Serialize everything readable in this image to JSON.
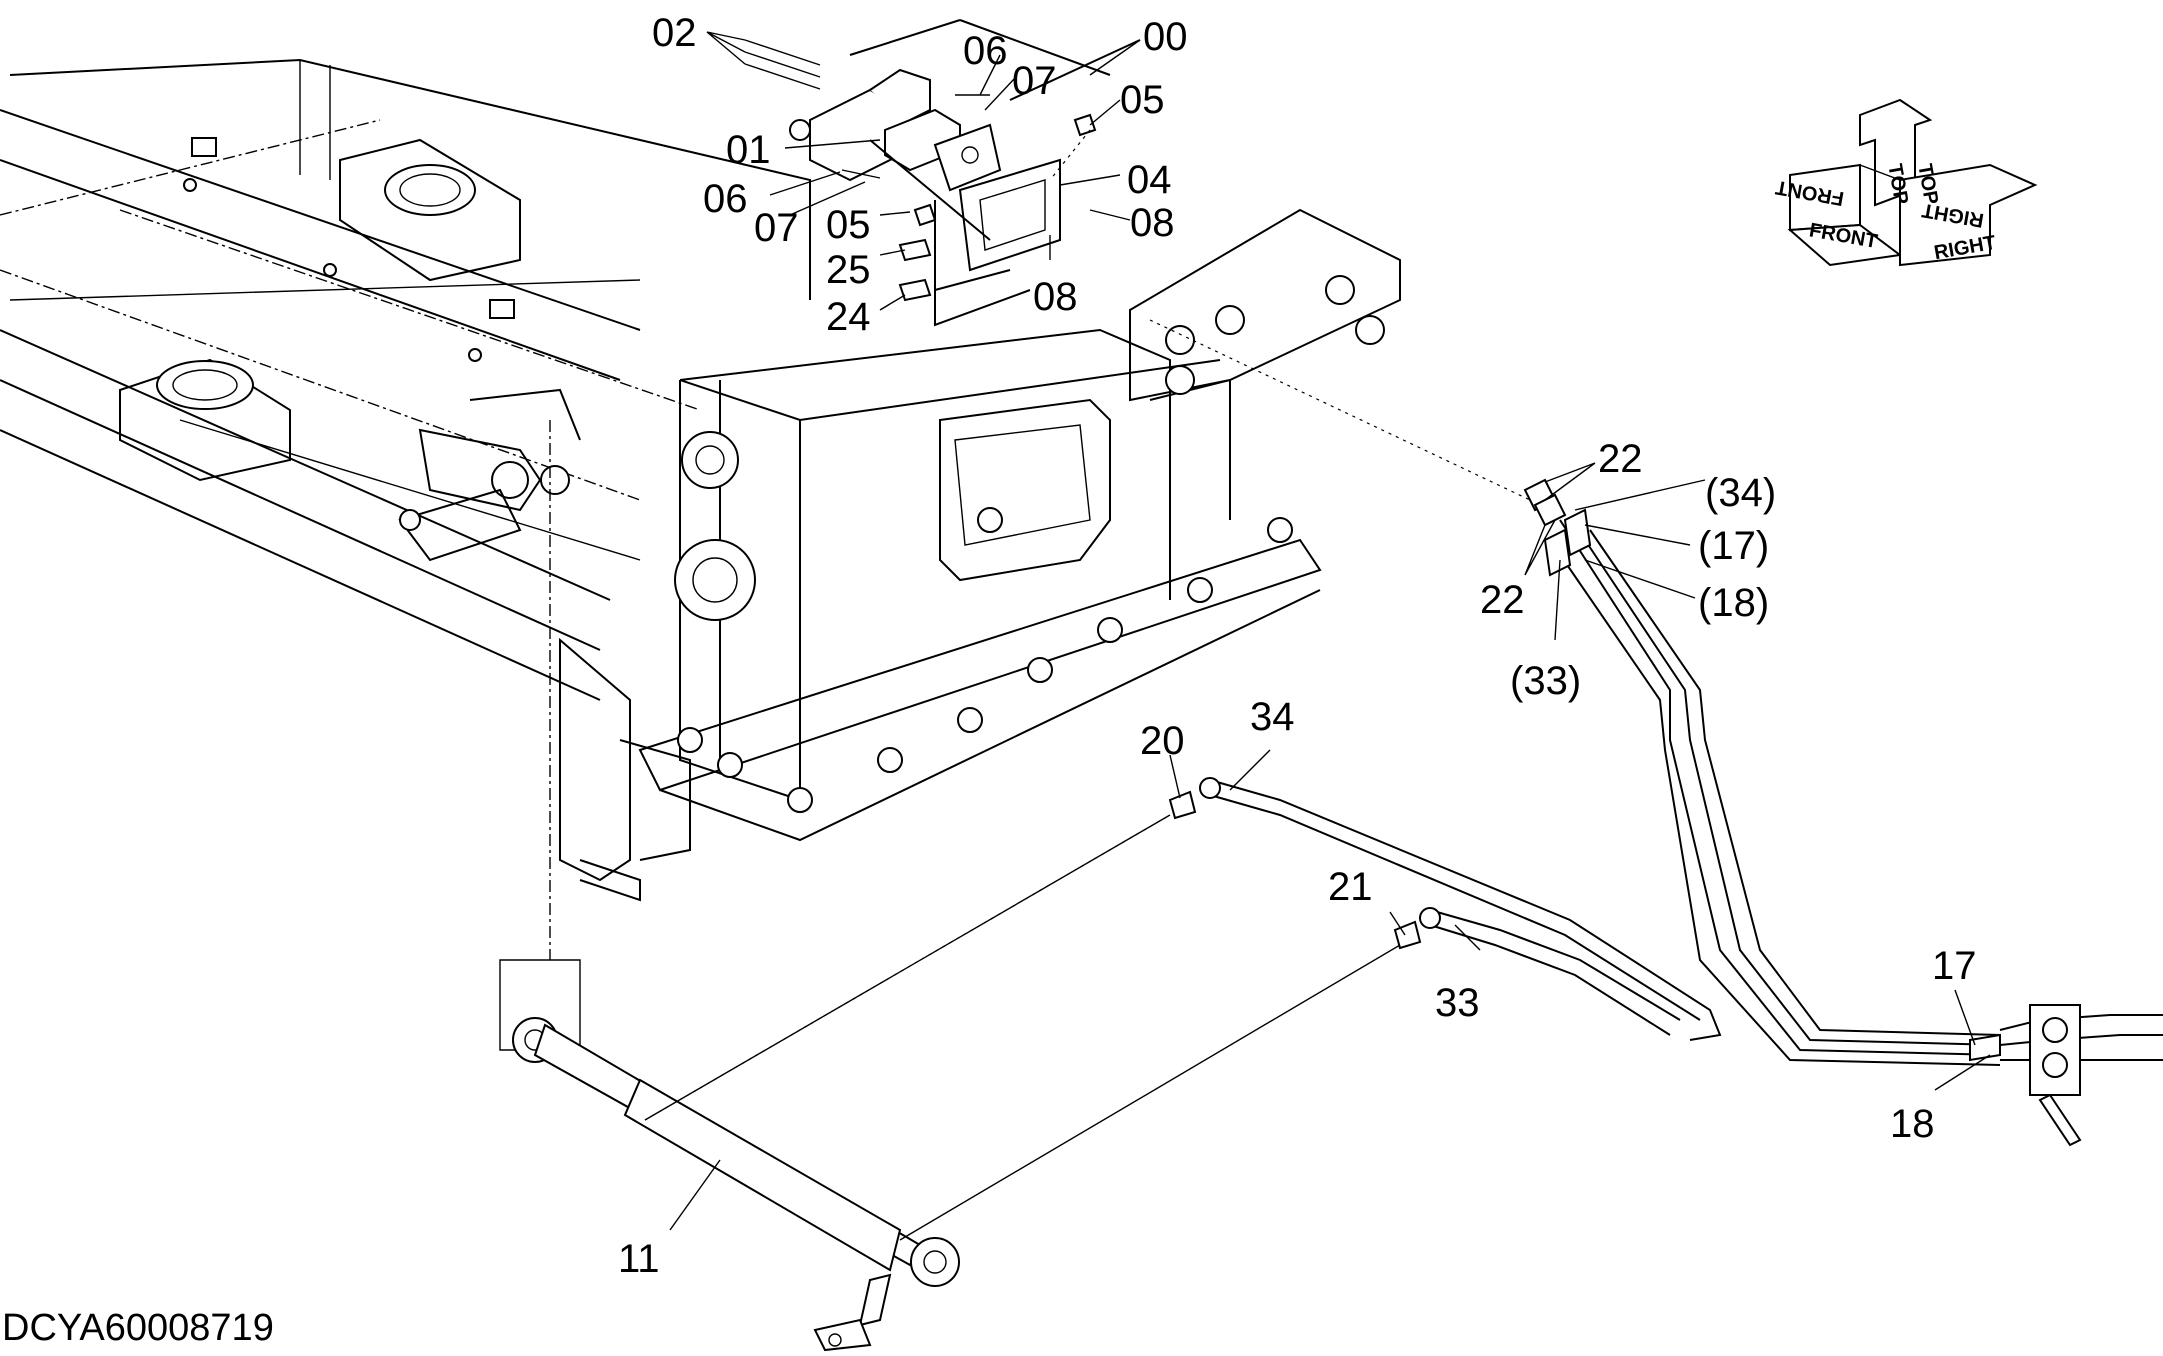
{
  "drawing_code": "DCYA60008719",
  "callouts": [
    "02",
    "06",
    "07",
    "00",
    "05",
    "01",
    "04",
    "06",
    "07",
    "05",
    "08",
    "25",
    "08",
    "24",
    "22",
    "(34)",
    "(17)",
    "22",
    "(18)",
    "(33)",
    "20",
    "34",
    "21",
    "33",
    "11",
    "17",
    "18"
  ],
  "orientation": {
    "front": "FRONT",
    "front_mirror": "FRONT",
    "top": "TOP",
    "top_mirror": "TOP",
    "right": "RIGHT",
    "right_mirror": "RIGHT"
  }
}
